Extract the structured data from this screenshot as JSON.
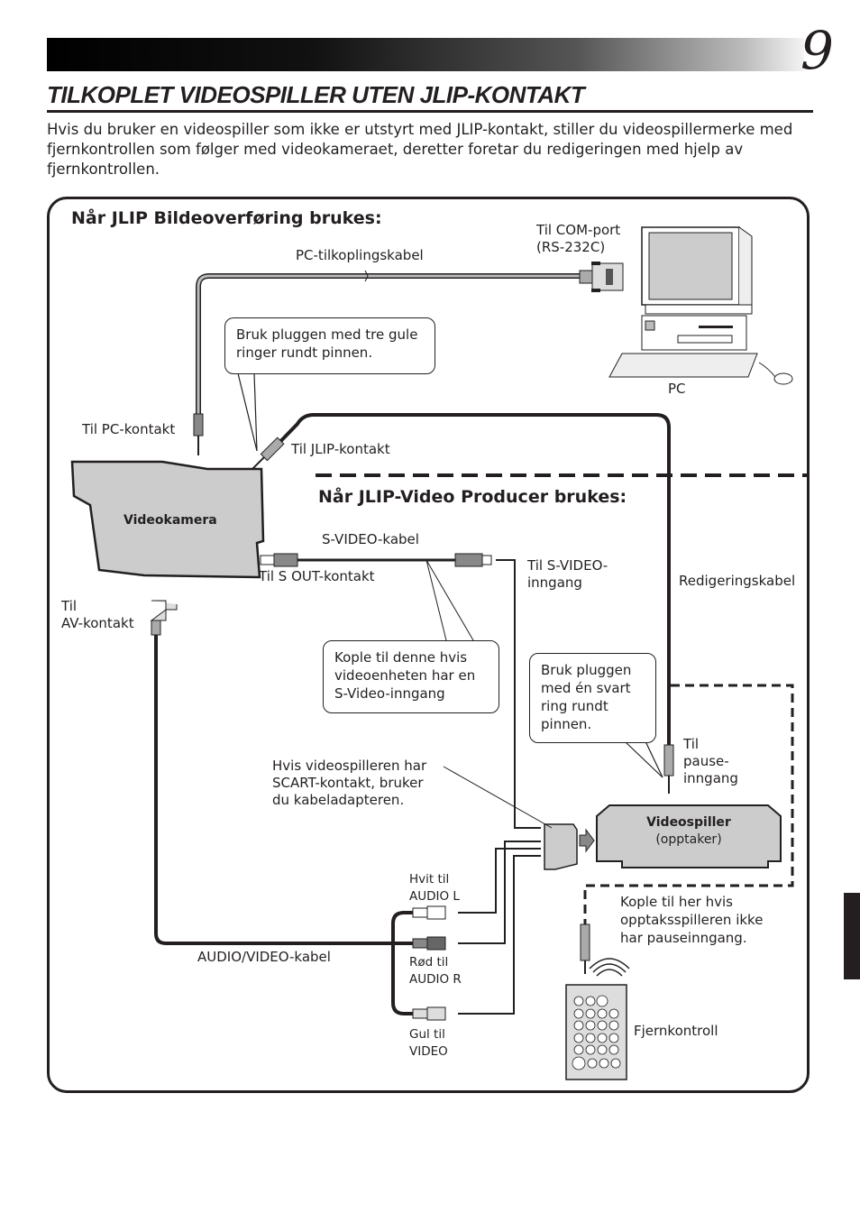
{
  "page": {
    "page_number": "9",
    "title": "TILKOPLET VIDEOSPILLER UTEN JLIP-KONTAKT",
    "intro": "Hvis du bruker en videospiller som ikke er utstyrt med JLIP-kontakt, stiller du videospillermerke med fjernkontrollen som følger med videokameraet, deretter foretar du redigeringen med hjelp av fjernkontrollen."
  },
  "diagram": {
    "section1_title": "Når JLIP Bildeoverføring brukes:",
    "section2_title": "Når JLIP-Video Producer brukes:",
    "labels": {
      "pc_cable": "PC-tilkoplingskabel",
      "com_port_line1": "Til COM-port",
      "com_port_line2": "(RS-232C)",
      "pc": "PC",
      "to_pc_jack": "Til PC-kontakt",
      "to_jlip_jack": "Til JLIP-kontakt",
      "camcorder": "Videokamera",
      "svideo_cable": "S-VIDEO-kabel",
      "to_s_out": "Til S OUT-kontakt",
      "to_svideo_in_line1": "Til S-VIDEO-",
      "to_svideo_in_line2": "inngang",
      "edit_cable": "Redigeringskabel",
      "to_av_line1": "Til",
      "to_av_line2": "AV-kontakt",
      "scart_note_line1": "Hvis videospilleren har",
      "scart_note_line2": "SCART-kontakt, bruker",
      "scart_note_line3": "du kabeladapteren.",
      "to_pause_line1": "Til",
      "to_pause_line2": "pause-",
      "to_pause_line3": "inngang",
      "vcr_line1": "Videospiller",
      "vcr_line2": "(opptaker)",
      "no_pause_line1": "Kople til her hvis",
      "no_pause_line2": "opptaksspilleren ikke",
      "no_pause_line3": "har pauseinngang.",
      "white_line1": "Hvit til",
      "white_line2": "AUDIO L",
      "red_line1": "Rød til",
      "red_line2": "AUDIO R",
      "yellow_line1": "Gul til",
      "yellow_line2": "VIDEO",
      "av_cable": "AUDIO/VIDEO-kabel",
      "remote": "Fjernkontroll"
    },
    "callouts": {
      "three_rings_line1": "Bruk pluggen med tre gule",
      "three_rings_line2": "ringer rundt pinnen.",
      "svideo_line1": "Kople til denne hvis",
      "svideo_line2": "videoenheten har en",
      "svideo_line3": "S-Video-inngang",
      "one_ring_line1": "Bruk pluggen",
      "one_ring_line2": "med én svart",
      "one_ring_line3": "ring rundt",
      "one_ring_line4": "pinnen."
    },
    "colors": {
      "ink": "#231f20",
      "device_fill": "#cccccc",
      "plug_dark": "#777777"
    }
  }
}
